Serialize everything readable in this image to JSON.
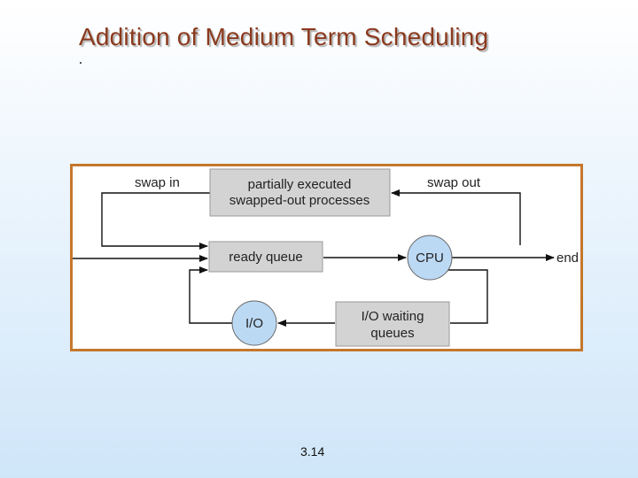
{
  "slide": {
    "title": "Addition of Medium Term Scheduling",
    "page_number": "3.14"
  },
  "diagram": {
    "nodes": {
      "swapped_out_line1": "partially executed",
      "swapped_out_line2": "swapped-out processes",
      "ready_queue": "ready queue",
      "cpu": "CPU",
      "io": "I/O",
      "io_waiting_line1": "I/O waiting",
      "io_waiting_line2": "queues"
    },
    "labels": {
      "swap_in": "swap in",
      "swap_out": "swap out",
      "end": "end"
    }
  },
  "colors": {
    "title": "#8b3a1e",
    "frame": "#c4782c",
    "box_fill": "#d3d3d3",
    "circle_fill": "#bcd9f4"
  }
}
